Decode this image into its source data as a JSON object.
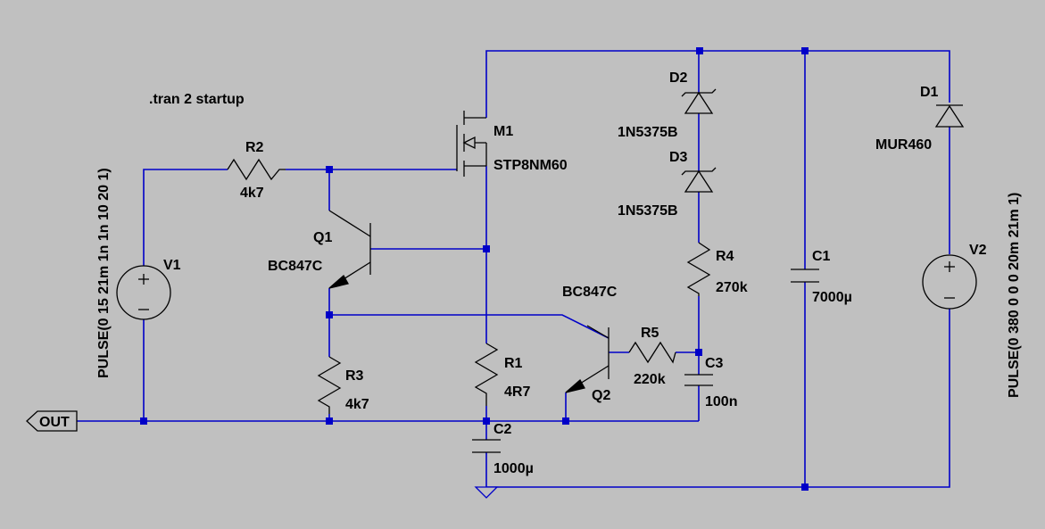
{
  "directive": ".tran 2 startup",
  "port": {
    "label": "OUT"
  },
  "colors": {
    "wire": "#0000c8",
    "background": "#c0c0c0",
    "text": "#000000"
  },
  "components": {
    "V1": {
      "name": "V1",
      "value": "PULSE(0 15 21m 1n 1n 10 20 1)"
    },
    "V2": {
      "name": "V2",
      "value": "PULSE(0 380 0 0 0 20m 21m 1)"
    },
    "R1": {
      "name": "R1",
      "value": "4R7"
    },
    "R2": {
      "name": "R2",
      "value": "4k7"
    },
    "R3": {
      "name": "R3",
      "value": "4k7"
    },
    "R4": {
      "name": "R4",
      "value": "270k"
    },
    "R5": {
      "name": "R5",
      "value": "220k"
    },
    "C1": {
      "name": "C1",
      "value": "7000µ"
    },
    "C2": {
      "name": "C2",
      "value": "1000µ"
    },
    "C3": {
      "name": "C3",
      "value": "100n"
    },
    "D1": {
      "name": "D1",
      "value": "MUR460"
    },
    "D2": {
      "name": "D2",
      "value": "1N5375B"
    },
    "D3": {
      "name": "D3",
      "value": "1N5375B"
    },
    "Q1": {
      "name": "Q1",
      "value": "BC847C"
    },
    "Q2": {
      "name": "Q2",
      "value": "BC847C"
    },
    "M1": {
      "name": "M1",
      "value": "STP8NM60"
    }
  }
}
